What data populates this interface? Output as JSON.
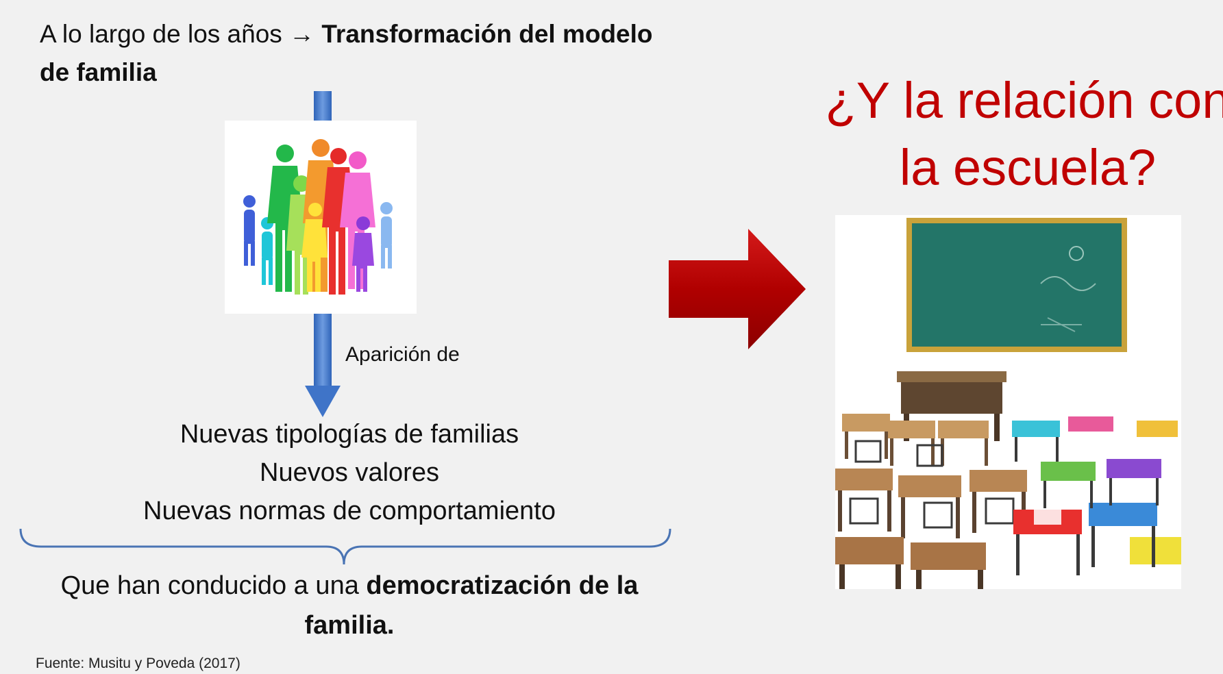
{
  "left": {
    "heading_prefix": "A lo largo de los años → ",
    "heading_bold": "Transformación del modelo de familia",
    "arrow_label": "Aparición de",
    "items": [
      "Nuevas tipologías de familias",
      "Nuevos valores",
      "Nuevas normas de comportamiento"
    ],
    "conclusion_prefix": "Que han conducido a una ",
    "conclusion_bold": "democratización de la familia.",
    "source": "Fuente: Musitu y Poveda (2017)"
  },
  "right": {
    "question_line1": "¿Y la relación con",
    "question_line2": "la escuela?"
  },
  "colors": {
    "background": "#f1f1f1",
    "question_text": "#c00000",
    "down_arrow": "#4a7ecf",
    "brace": "#4a74b4",
    "red_arrow": "#c00000",
    "chalkboard": "#1f6b5e",
    "chalkboard_frame": "#c9a23a"
  },
  "icons": {
    "family": "family-silhouettes-icon",
    "classroom": "classroom-icon"
  }
}
